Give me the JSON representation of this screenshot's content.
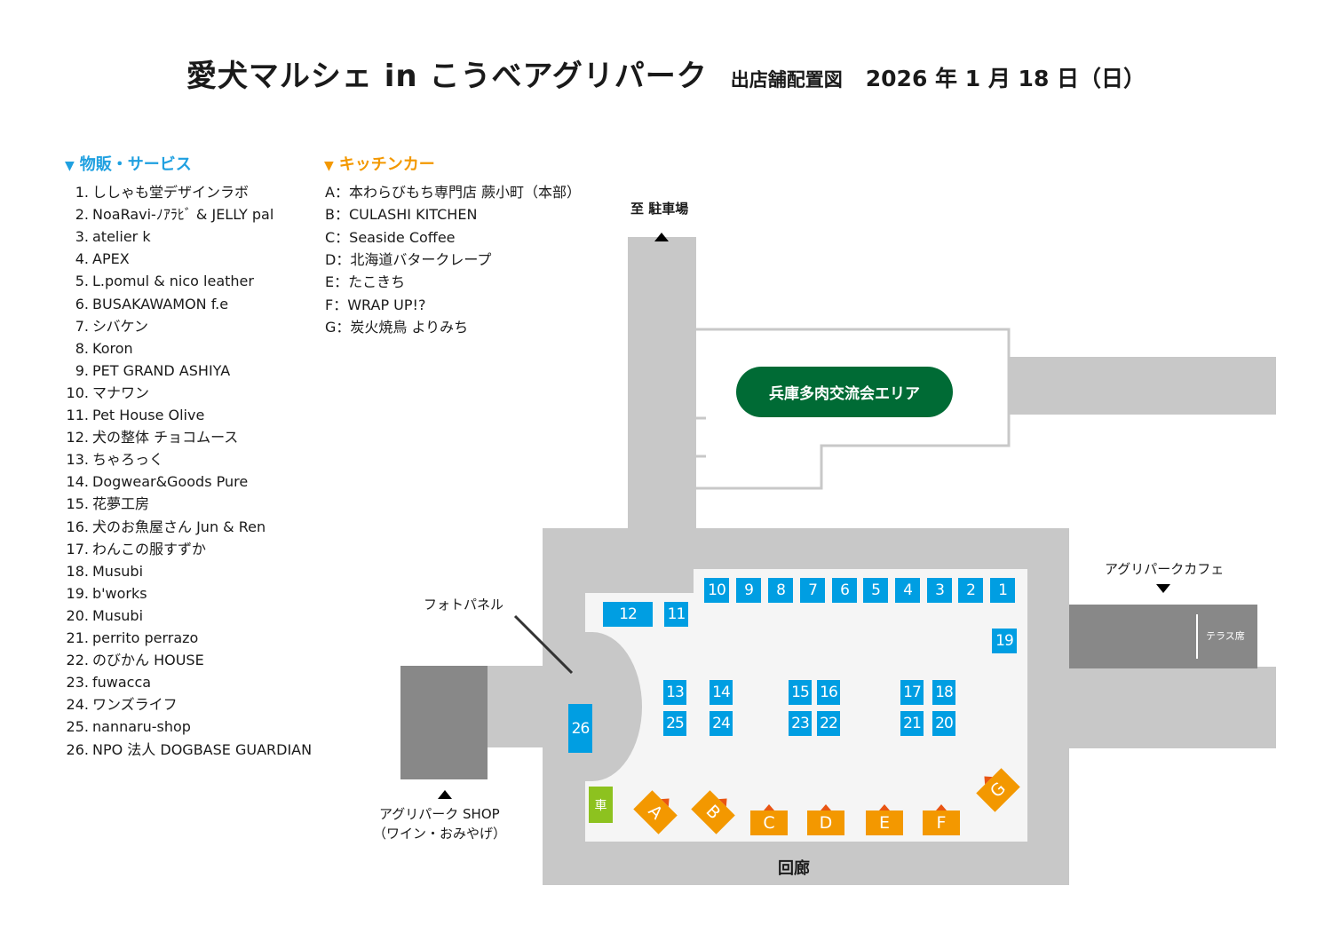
{
  "title": {
    "main": "愛犬マルシェ in こうべアグリパーク",
    "sub": "出店舗配置図",
    "date": "2026 年 1 月 18 日（日）"
  },
  "colors": {
    "booth": "#009ee2",
    "kitchen": "#f39800",
    "kitchen_flag": "#e95513",
    "green_area": "#006b35",
    "car": "#8dc21f",
    "path": "#c8c8c8",
    "building": "#888888"
  },
  "legend": {
    "goods_header": "物販・サービス",
    "goods_items": [
      {
        "num": "1.",
        "name": "ししゃも堂デザインラボ"
      },
      {
        "num": "2.",
        "name": "NoaRavi-ﾉｱﾗﾋﾞ & JELLY pal"
      },
      {
        "num": "3.",
        "name": "atelier k"
      },
      {
        "num": "4.",
        "name": "APEX"
      },
      {
        "num": "5.",
        "name": "L.pomul & nico leather"
      },
      {
        "num": "6.",
        "name": "BUSAKAWAMON f.e"
      },
      {
        "num": "7.",
        "name": "シバケン"
      },
      {
        "num": "8.",
        "name": "Koron"
      },
      {
        "num": "9.",
        "name": "PET GRAND ASHIYA"
      },
      {
        "num": "10.",
        "name": "マナワン"
      },
      {
        "num": "11.",
        "name": "Pet House Olive"
      },
      {
        "num": "12.",
        "name": "犬の整体 チョコムース"
      },
      {
        "num": "13.",
        "name": "ちゃろっく"
      },
      {
        "num": "14.",
        "name": "Dogwear&Goods Pure"
      },
      {
        "num": "15.",
        "name": "花夢工房"
      },
      {
        "num": "16.",
        "name": "犬のお魚屋さん Jun & Ren"
      },
      {
        "num": "17.",
        "name": "わんこの服すずか"
      },
      {
        "num": "18.",
        "name": "Musubi"
      },
      {
        "num": "19.",
        "name": "b'works"
      },
      {
        "num": "20.",
        "name": "Musubi"
      },
      {
        "num": "21.",
        "name": "perrito perrazo"
      },
      {
        "num": "22.",
        "name": "のびかん HOUSE"
      },
      {
        "num": "23.",
        "name": "fuwacca"
      },
      {
        "num": "24.",
        "name": "ワンズライフ"
      },
      {
        "num": "25.",
        "name": "nannaru-shop"
      },
      {
        "num": "26.",
        "name": "NPO 法人 DOGBASE GUARDIAN"
      }
    ],
    "kitchen_header": "キッチンカー",
    "kitchen_items": [
      "A：本わらびもち専門店 蕨小町（本部）",
      "B：CULASHI KITCHEN",
      "C：Seaside Coffee",
      "D：北海道バタークレープ",
      "E：たこきち",
      "F：WRAP UP!?",
      "G：炭火焼鳥 よりみち"
    ]
  },
  "map": {
    "parking": "至 駐車場",
    "green_area": "兵庫多肉交流会エリア",
    "cafe": "アグリパークカフェ",
    "terrace": "テラス席",
    "photo_panel": "フォトパネル",
    "shop_line1": "アグリパーク SHOP",
    "shop_line2": "（ワイン・おみやげ）",
    "corridor": "回廊",
    "car": "車",
    "booths": [
      "1",
      "2",
      "3",
      "4",
      "5",
      "6",
      "7",
      "8",
      "9",
      "10",
      "11",
      "12",
      "13",
      "14",
      "15",
      "16",
      "17",
      "18",
      "19",
      "20",
      "21",
      "22",
      "23",
      "24",
      "25",
      "26"
    ],
    "trucks": [
      "A",
      "B",
      "C",
      "D",
      "E",
      "F",
      "G"
    ]
  }
}
